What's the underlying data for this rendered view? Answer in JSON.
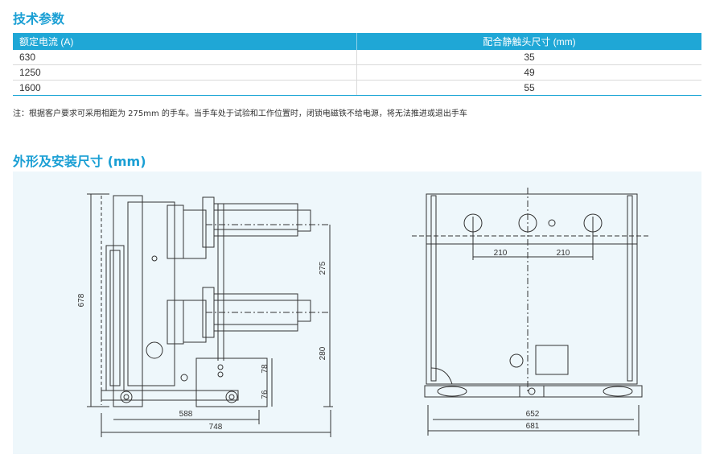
{
  "spec_section": {
    "title": "技术参数",
    "headers": [
      "额定电流 (A)",
      "配合静触头尺寸 (mm)"
    ],
    "rows": [
      [
        "630",
        "35"
      ],
      [
        "1250",
        "49"
      ],
      [
        "1600",
        "55"
      ]
    ],
    "note": "注：根据客户要求可采用相距为 275mm 的手车。当手车处于试验和工作位置时，闭锁电磁铁不给电源，将无法推进或退出手车"
  },
  "dimension_section": {
    "title": "外形及安装尺寸 (mm)",
    "side_view": {
      "height_label": "678",
      "contact_spacing_label": "275",
      "lower_contact_height_label": "280",
      "bracket_height_label": "78",
      "base_height_label": "76",
      "inner_width_label": "588",
      "overall_width_label": "748"
    },
    "front_view": {
      "spacing_left_label": "210",
      "spacing_right_label": "210",
      "inner_width_label": "652",
      "overall_width_label": "681"
    }
  },
  "colors": {
    "accent": "#1a9fd4",
    "table_header": "#1fa7d6",
    "drawing_bg": "#eef7fb",
    "line": "#333333"
  }
}
